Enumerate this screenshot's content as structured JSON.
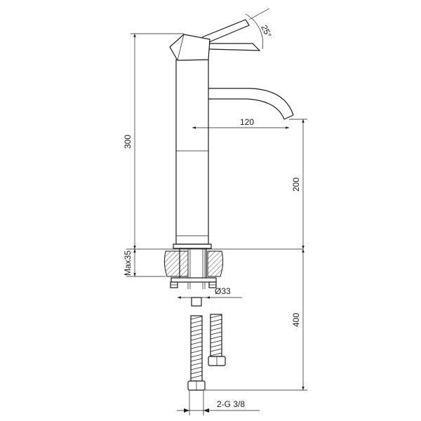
{
  "dimensions": {
    "angle_label": "25°",
    "spout_reach_label": "120",
    "total_height_label": "300",
    "spout_height_label": "200",
    "max_deck_label": "Max35",
    "diameter_label": "Ø33",
    "hose_length_label": "400",
    "connection_label": "2-G 3/8"
  },
  "colors": {
    "line": "#1a1a1a",
    "background": "#ffffff"
  }
}
